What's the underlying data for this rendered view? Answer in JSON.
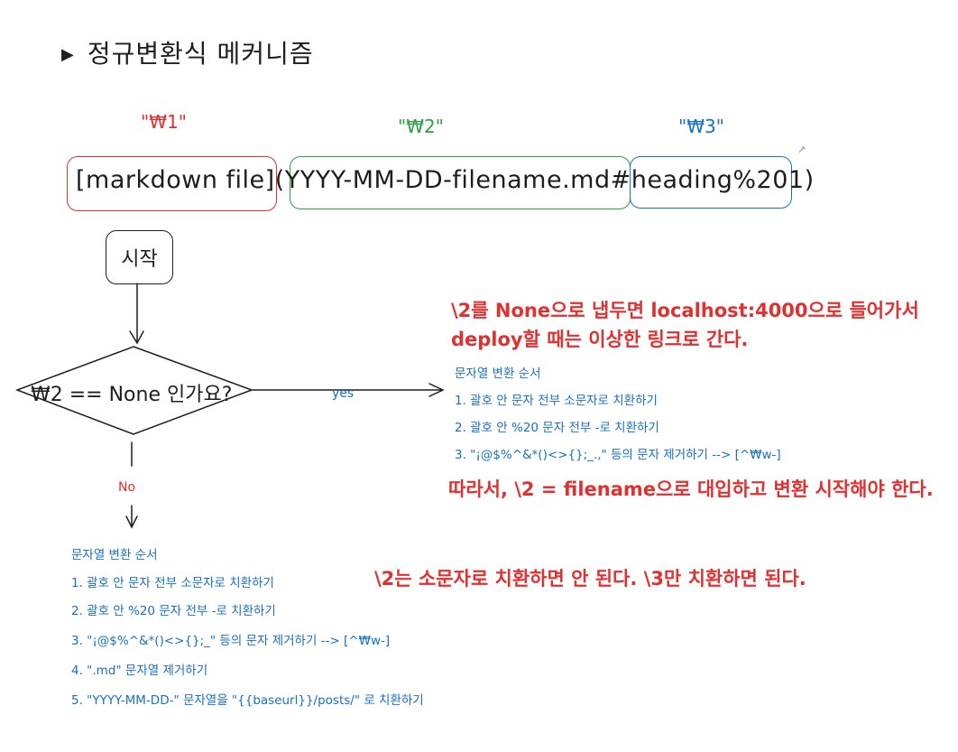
{
  "title": "정규변환식 메커니즘",
  "groups": {
    "g1": "\"₩1\"",
    "g2": "\"₩2\"",
    "g3": "\"₩3\""
  },
  "link_text": "[markdown file](YYYY-MM-DD-filename.md#heading%201)",
  "flow": {
    "start": "시작",
    "condition": "₩2 == None 인가요?",
    "yes": "yes",
    "no": "No"
  },
  "notes": {
    "none_line1": "\\2를 None으로 냅두면 localhost:4000으로 들어가서",
    "none_line2": "deploy할 때는 이상한 링크로 간다.",
    "therefore": "따라서, \\2 = filename으로 대입하고 변환 시작해야 한다.",
    "lowercase": "\\2는 소문자로 치환하면 안 된다. \\3만 치환하면 된다."
  },
  "yes_steps": {
    "heading": "문자열 변환 순서",
    "items": [
      "1. 괄호 안 문자 전부 소문자로 치환하기",
      "2. 괄호 안 %20 문자 전부 -로 치환하기",
      "3. \"¡@$%^&*()<>{};_.,\" 등의 문자 제거하기 --> [^₩w-]"
    ]
  },
  "no_steps": {
    "heading": "문자열 변환 순서",
    "items": [
      "1. 괄호 안 문자 전부 소문자로 치환하기",
      "2. 괄호 안 %20 문자 전부 -로 치환하기",
      "3. \"¡@$%^&*()<>{};_\" 등의 문자 제거하기 --> [^₩w-]",
      "4. \".md\" 문자열 제거하기",
      "5. \"YYYY-MM-DD-\" 문자열을 \"{{baseurl}}/posts/\" 로 치환하기"
    ]
  }
}
